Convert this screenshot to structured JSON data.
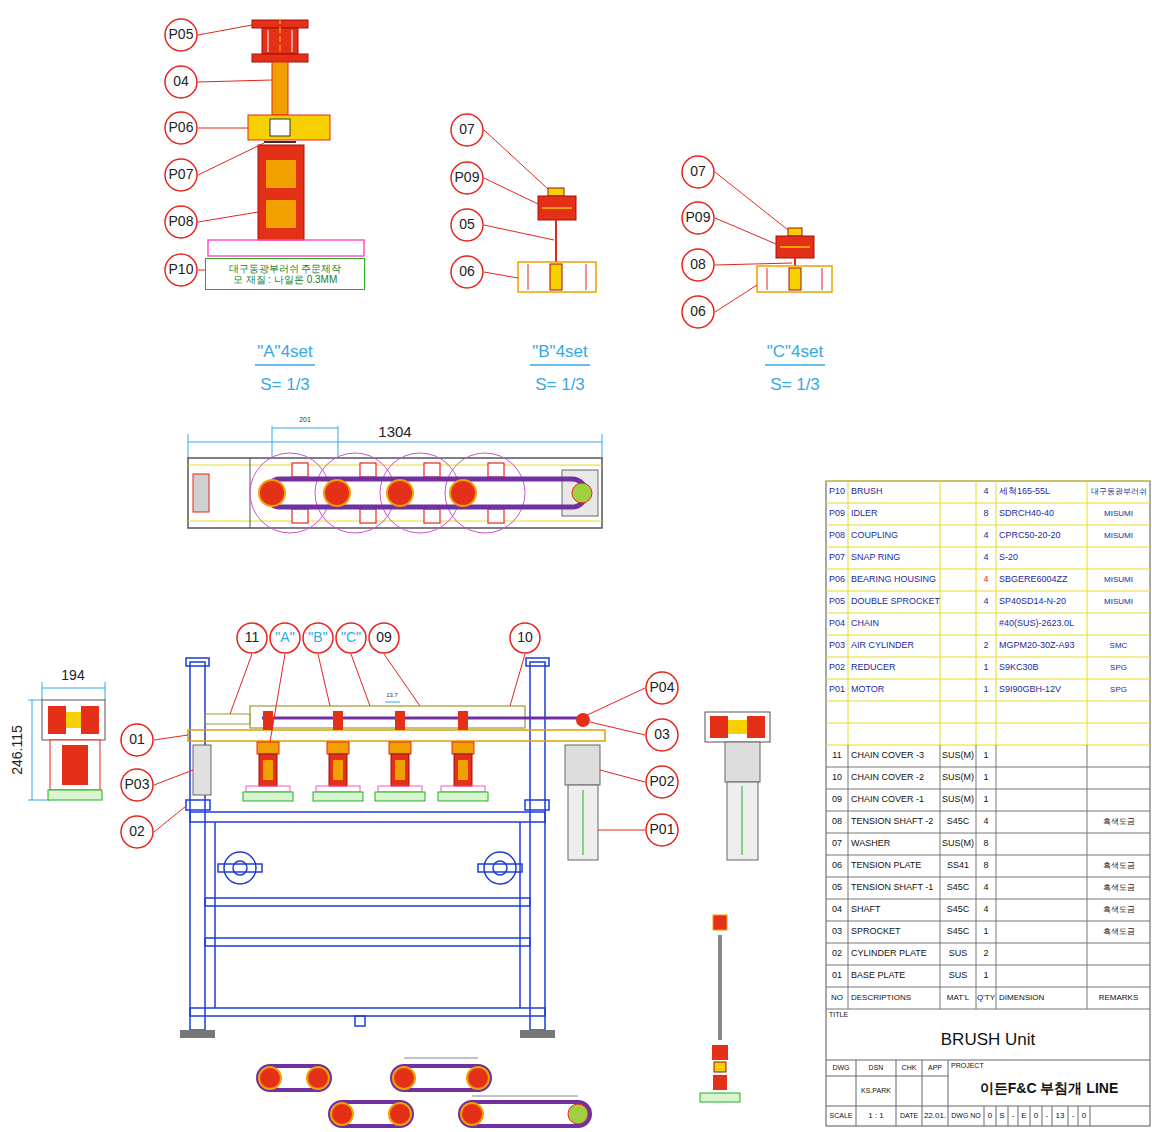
{
  "diagram": {
    "nodes": [
      {
        "text": [
          "P05"
        ]
      },
      {
        "text": [
          "04"
        ]
      },
      {
        "text": [
          "P06"
        ]
      },
      {
        "text": [
          "P07"
        ]
      },
      {
        "text": [
          "P08"
        ]
      },
      {
        "text": [
          "P10"
        ]
      },
      {
        "text": [
          "대구동광부러쉬 주문제작",
          "모 재질 : 나일론 0.3MM"
        ]
      },
      {
        "text": [
          "07"
        ]
      },
      {
        "text": [
          "P09"
        ]
      },
      {
        "text": [
          "05"
        ]
      },
      {
        "text": [
          "06"
        ]
      },
      {
        "text": [
          "07"
        ]
      },
      {
        "text": [
          "P09"
        ]
      },
      {
        "text": [
          "08"
        ]
      },
      {
        "text": [
          "06"
        ]
      },
      {
        "text": [
          "11"
        ]
      },
      {
        "text": [
          "\"A\""
        ]
      },
      {
        "text": [
          "\"B\""
        ]
      },
      {
        "text": [
          "\"C\""
        ]
      },
      {
        "text": [
          "09"
        ]
      },
      {
        "text": [
          "10"
        ]
      },
      {
        "text": [
          "01"
        ]
      },
      {
        "text": [
          "P03"
        ]
      },
      {
        "text": [
          "02"
        ]
      },
      {
        "text": [
          "P04"
        ]
      },
      {
        "text": [
          "03"
        ]
      },
      {
        "text": [
          "P02"
        ]
      },
      {
        "text": [
          "P01"
        ]
      }
    ],
    "edges": [
      {
        "from": 5,
        "to": 6,
        "arrow": "none"
      }
    ],
    "labels": [
      "201",
      "1304",
      "194",
      "246.115",
      "\"A\"4set",
      "S= 1/3",
      "\"B\"4set",
      "S= 1/3",
      "\"C\"4set",
      "S= 1/3",
      "13.7",
      "P10",
      "BRUSH",
      "4",
      "세척165-55L",
      "대구동광부러쉬",
      "P09",
      "IDLER",
      "8",
      "SDRCH40-40",
      "MISUMI",
      "P08",
      "COUPLING",
      "4",
      "CPRC50-20-20",
      "MISUMI",
      "P07",
      "SNAP RING",
      "4",
      "S-20",
      "P06",
      "BEARING HOUSING",
      "4",
      "SBGERE6004ZZ",
      "MISUMI",
      "P05",
      "DOUBLE SPROCKET",
      "4",
      "SP40SD14-N-20",
      "MISUMI",
      "P04",
      "CHAIN",
      "#40(SUS)-2623.0L",
      "P03",
      "AIR CYLINDER",
      "2",
      "MGPM20-30Z-A93",
      "SMC",
      "P02",
      "REDUCER",
      "1",
      "S9KC30B",
      "SPG",
      "P01",
      "MOTOR",
      "1",
      "S9I90GBH-12V",
      "SPG",
      "11",
      "CHAIN COVER -3",
      "SUS(M)",
      "1",
      "10",
      "CHAIN COVER -2",
      "SUS(M)",
      "1",
      "09",
      "CHAIN COVER -1",
      "SUS(M)",
      "1",
      "08",
      "TENSION SHAFT -2",
      "S45C",
      "4",
      "흑색도금",
      "07",
      "WASHER",
      "SUS(M)",
      "8",
      "06",
      "TENSION PLATE",
      "SS41",
      "8",
      "흑색도금",
      "05",
      "TENSION SHAFT -1",
      "S45C",
      "4",
      "흑색도금",
      "04",
      "SHAFT",
      "S45C",
      "4",
      "흑색도금",
      "03",
      "SPROCKET",
      "S45C",
      "1",
      "흑색도금",
      "02",
      "CYLINDER PLATE",
      "SUS",
      "2",
      "01",
      "BASE PLATE",
      "SUS",
      "1",
      "NO",
      "DESCRIPTIONS",
      "MAT'L",
      "Q'TY",
      "DIMENSION",
      "REMARKS",
      "TITLE",
      "BRUSH Unit",
      "DWG",
      "DSN",
      "CHK",
      "APP",
      "PROJECT",
      "KS.PARK",
      "이든F&C 부침개 LINE",
      "SCALE",
      "1 : 1",
      "DATE",
      "22.01.",
      "DWG NO",
      "0",
      "S",
      "-",
      "E",
      "0",
      "-",
      "13",
      "-",
      "0"
    ]
  }
}
